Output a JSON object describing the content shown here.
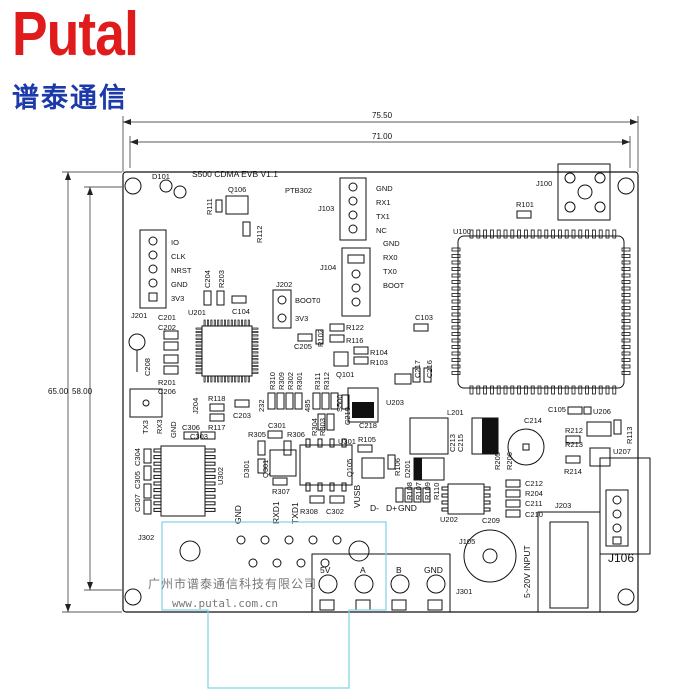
{
  "brand": {
    "logo_text": "Putal",
    "company_cn": "谱泰通信"
  },
  "dimensions": {
    "width_outer": "75.50",
    "width_inner": "71.00",
    "height_outer": "65.00",
    "height_inner": "58.00"
  },
  "board": {
    "title": "S500 CDMA EVB V1.1",
    "website": "www.putal.com.cn",
    "watermark_cn": "广州市谱泰通信科技有限公司"
  },
  "header_j103": {
    "ref": "J103",
    "pins": [
      "GND",
      "RX1",
      "TX1",
      "NC"
    ]
  },
  "header_j104": {
    "ref": "J104",
    "pins": [
      "GND",
      "RX0",
      "TX0",
      "BOOT"
    ]
  },
  "header_j201": {
    "ref": "J201",
    "pins": [
      "IO",
      "CLK",
      "NRST",
      "GND",
      "3V3"
    ]
  },
  "header_j202": {
    "ref": "J202",
    "pins": [
      "BOOT0",
      "3V3"
    ]
  },
  "header_j204": {
    "ref": "J204",
    "pins": [
      "TX3",
      "RX3",
      "GND"
    ]
  },
  "header_j302": {
    "ref": "J302",
    "pins": [
      "GND",
      "RXD1",
      "TXD1"
    ]
  },
  "usb_pins": [
    "VUSB",
    "D-",
    "D+",
    "GND"
  ],
  "terminal_j301": {
    "ref": "J301",
    "pins": [
      "5V",
      "A",
      "B",
      "GND"
    ]
  },
  "power_jack": {
    "ref": "J203",
    "label": "5~20V INPUT"
  },
  "j106": "J106",
  "j105": "J105",
  "ptb": "PTB302",
  "components": {
    "d101": "D101",
    "q106": "Q106",
    "r111": "R111",
    "r112": "R112",
    "j100": "J100",
    "r101": "R101",
    "u100": "U100",
    "u201": "U201",
    "c201": "C201",
    "c202": "C202",
    "c204": "C204",
    "r203": "R203",
    "c104": "C104",
    "c208": "C208",
    "r201": "R201",
    "c206": "C206",
    "r118": "R118",
    "r117": "R117",
    "c203": "C203",
    "c306": "C306",
    "c303": "C303",
    "c304": "C304",
    "c305": "C305",
    "c307": "C307",
    "u302": "U302",
    "r305": "R305",
    "c301": "C301",
    "r306": "R306",
    "d301": "D301",
    "q301": "Q301",
    "r307": "R307",
    "r308": "R308",
    "c302": "C302",
    "r122": "R122",
    "r102": "R102",
    "r116": "R116",
    "c205": "C205",
    "r104": "R104",
    "r103": "R103",
    "q101": "Q101",
    "c217": "C217",
    "c216": "C216",
    "u203": "U203",
    "c219": "C219",
    "c218": "C218",
    "r310": "R310",
    "r309": "R309",
    "r302": "R302",
    "r301": "R301",
    "r311": "R311",
    "r312": "R312",
    "r304": "R304",
    "r303": "R303",
    "s232": "232",
    "s485": "485",
    "s500": "S500",
    "u301": "U301",
    "r105": "R105",
    "q105": "Q105",
    "r106": "R106",
    "d201": "D201",
    "r108": "R108",
    "r107": "R107",
    "r109": "R109",
    "r110": "R110",
    "u202": "U202",
    "c209": "C209",
    "l201": "L201",
    "c213": "C213",
    "c215": "C215",
    "c214": "C214",
    "r205": "R205",
    "r206": "R206",
    "c105": "C105",
    "u206": "U206",
    "r113": "R113",
    "r212": "R212",
    "r213": "R213",
    "r214": "R214",
    "u207": "U207",
    "c212": "C212",
    "r204": "R204",
    "c211": "C211",
    "c210": "C210",
    "c103": "C103"
  },
  "colors": {
    "brand_red": "#e01b1b",
    "brand_blue": "#1c3aa9",
    "overlay_cyan": "#7fd3e6"
  }
}
